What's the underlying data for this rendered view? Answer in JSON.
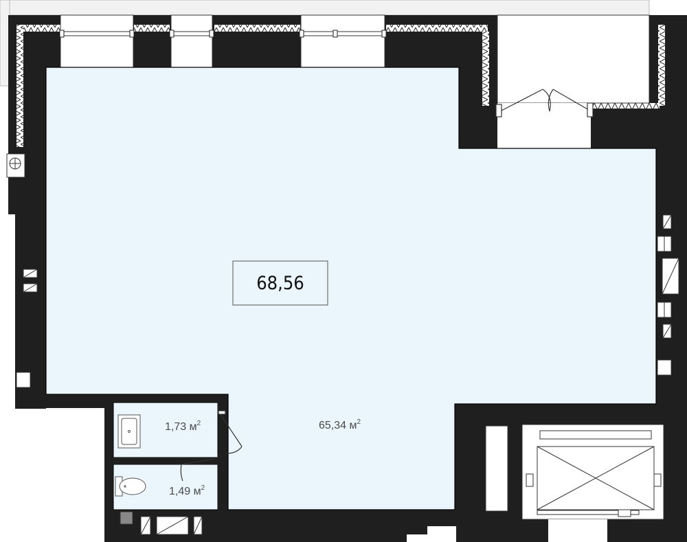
{
  "plan": {
    "total_area": "68,56",
    "rooms": [
      {
        "id": "main",
        "area": "65,34",
        "unit": "м",
        "power": "2"
      },
      {
        "id": "bath",
        "area": "1,73",
        "unit": "м",
        "power": "2"
      },
      {
        "id": "wc",
        "area": "1,49",
        "unit": "м",
        "power": "2"
      }
    ]
  },
  "colors": {
    "wall": "#1f1f1f",
    "floor": "#ebf6fc",
    "outline": "#000000",
    "insulation": "#ffffff",
    "label_text": "#4a4a4a"
  },
  "icons": [
    "door-icon",
    "window-icon",
    "toilet-icon",
    "bathtub-icon",
    "elevator-icon",
    "vent-icon",
    "meter-icon"
  ]
}
